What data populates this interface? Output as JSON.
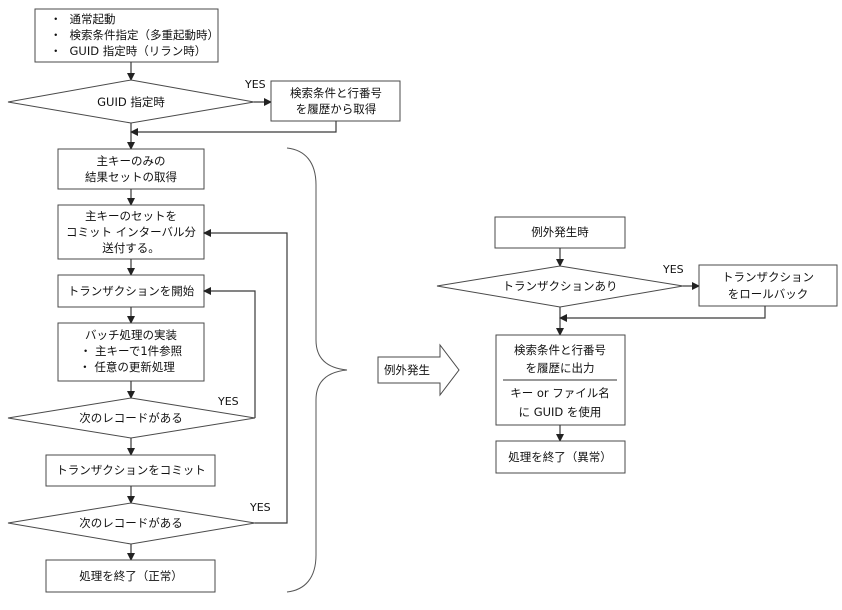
{
  "main_flow": {
    "start_box": {
      "bullets": [
        "通常起動",
        "検索条件指定（多重起動時）",
        "GUID 指定時（リラン時）"
      ],
      "bullet_glyph": "・"
    },
    "guid_decision": {
      "label": "GUID 指定時",
      "yes_label": "YES"
    },
    "history_fetch_box": {
      "lines": [
        "検索条件と行番号",
        "を履歴から取得"
      ]
    },
    "pk_resultset_box": {
      "lines": [
        "主キーのみの",
        "結果セットの取得"
      ]
    },
    "send_keys_box": {
      "lines": [
        "主キーのセットを",
        "コミット インターバル分",
        "送付する。"
      ]
    },
    "begin_tx_box": {
      "lines": [
        "トランザクションを開始"
      ]
    },
    "batch_box": {
      "lines": [
        "バッチ処理の実装",
        "・ 主キーで1件参照",
        "・ 任意の更新処理"
      ]
    },
    "next_record_decision_inner": {
      "label": "次のレコードがある",
      "yes_label": "YES"
    },
    "commit_box": {
      "lines": [
        "トランザクションをコミット"
      ]
    },
    "next_record_decision_outer": {
      "label": "次のレコードがある",
      "yes_label": "YES"
    },
    "end_normal_box": {
      "lines": [
        "処理を終了（正常）"
      ]
    }
  },
  "exception_arrow": {
    "label": "例外発生"
  },
  "exception_flow": {
    "exception_start_box": {
      "lines": [
        "例外発生時"
      ]
    },
    "tx_exists_decision": {
      "label": "トランザクションあり",
      "yes_label": "YES"
    },
    "rollback_box": {
      "lines": [
        "トランザクション",
        "をロールバック"
      ]
    },
    "history_output_box": {
      "top_lines": [
        "検索条件と行番号",
        "を履歴に出力"
      ],
      "bottom_lines": [
        "キー or ファイル名",
        "に GUID を使用"
      ]
    },
    "end_error_box": {
      "lines": [
        "処理を終了（異常）"
      ]
    }
  },
  "colors": {
    "stroke": "#4a4a4a",
    "text": "#111111",
    "background": "#ffffff"
  }
}
